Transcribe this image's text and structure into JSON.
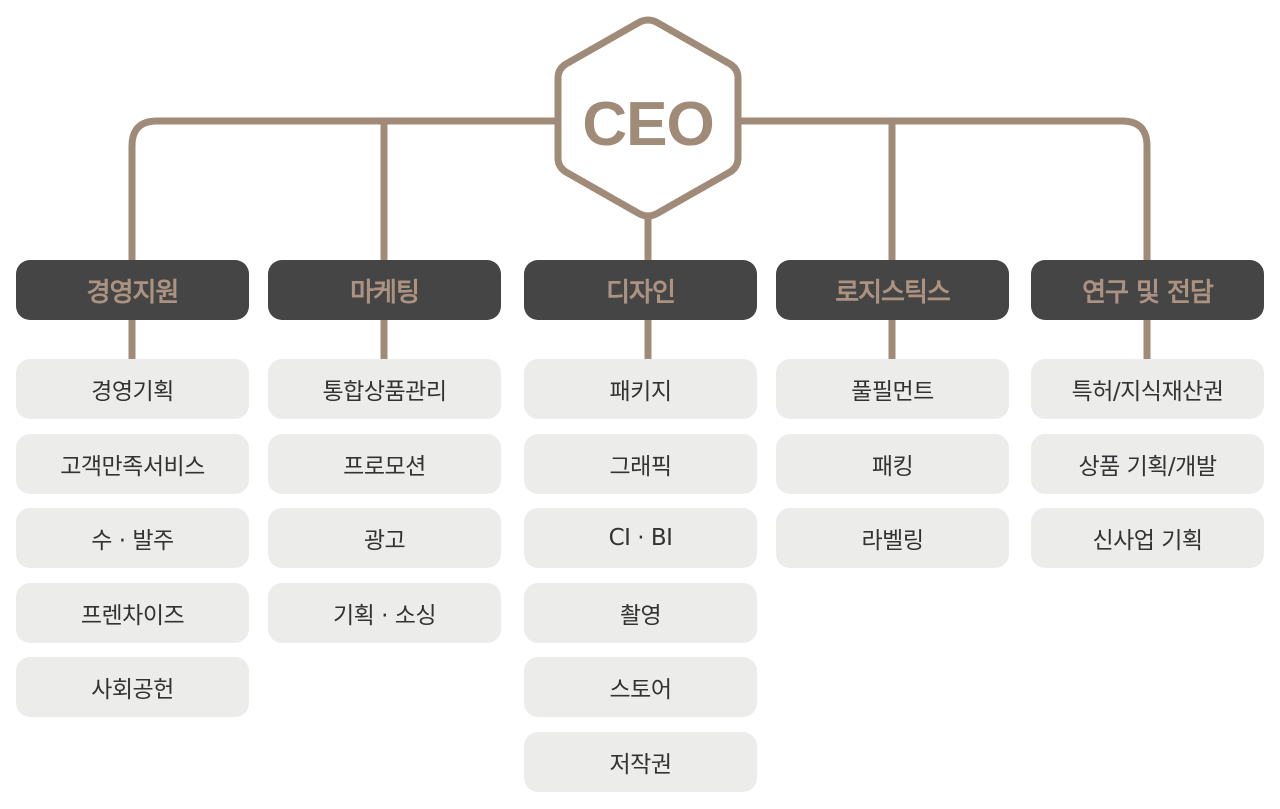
{
  "ceo": {
    "label": "CEO"
  },
  "colors": {
    "line": "#a08a78",
    "header_bg": "#444544",
    "header_text": "#ab9281",
    "item_bg": "#ececeb",
    "item_text": "#333333"
  },
  "departments": [
    {
      "name": "경영지원",
      "items": [
        "경영기획",
        "고객만족서비스",
        "수 · 발주",
        "프렌차이즈",
        "사회공헌"
      ]
    },
    {
      "name": "마케팅",
      "items": [
        "통합상품관리",
        "프로모션",
        "광고",
        "기획 · 소싱"
      ]
    },
    {
      "name": "디자인",
      "items": [
        "패키지",
        "그래픽",
        "CI · BI",
        "촬영",
        "스토어",
        "저작권"
      ]
    },
    {
      "name": "로지스틱스",
      "items": [
        "풀필먼트",
        "패킹",
        "라벨링"
      ]
    },
    {
      "name": "연구 및 전담",
      "items": [
        "특허/지식재산권",
        "상품 기획/개발",
        "신사업 기획"
      ]
    }
  ]
}
